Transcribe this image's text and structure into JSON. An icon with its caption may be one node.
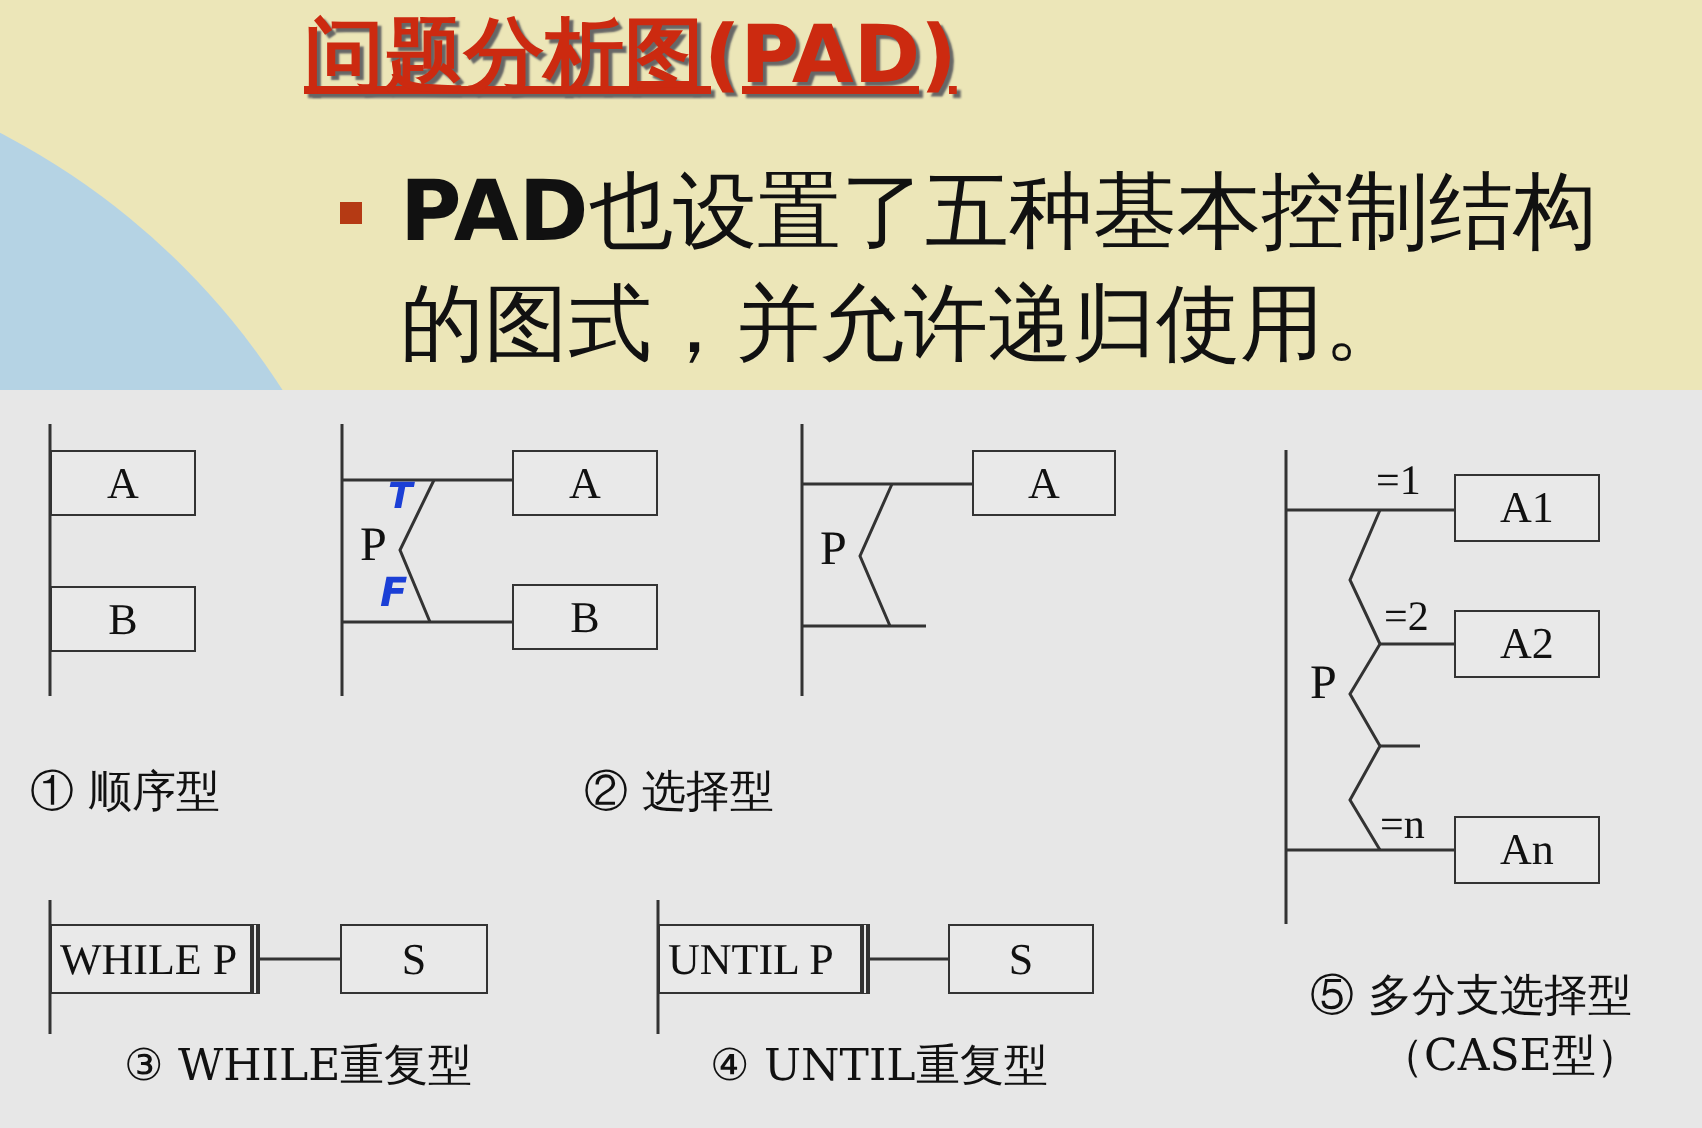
{
  "diagram": {
    "title": "问题分析图(PAD)",
    "nodes": [
      {
        "text": [
          "A"
        ]
      },
      {
        "text": [
          "B"
        ]
      },
      {
        "text": [
          "A"
        ]
      },
      {
        "text": [
          "B"
        ]
      },
      {
        "text": [
          "A"
        ]
      },
      {
        "text": [
          "A1"
        ]
      },
      {
        "text": [
          "A2"
        ]
      },
      {
        "text": [
          "An"
        ]
      },
      {
        "text": [
          "WHILE P"
        ]
      },
      {
        "text": [
          "S"
        ]
      },
      {
        "text": [
          "UNTIL P"
        ]
      },
      {
        "text": [
          "S"
        ]
      }
    ],
    "edges": [
      {
        "from": null,
        "to": 2,
        "arrow": "none"
      },
      {
        "from": null,
        "to": 3,
        "arrow": "none"
      },
      {
        "from": null,
        "to": 4,
        "arrow": "none"
      },
      {
        "from": null,
        "to": 5,
        "arrow": "none",
        "label": "=1"
      },
      {
        "from": null,
        "to": 6,
        "arrow": "none",
        "label": "=2"
      },
      {
        "from": null,
        "to": 7,
        "arrow": "none",
        "label": "=n"
      },
      {
        "from": 8,
        "to": 9,
        "arrow": "none"
      },
      {
        "from": 10,
        "to": 11,
        "arrow": "none"
      }
    ],
    "labels": [
      "**PAD**也设置了五种基本控制结构的图式，并允许递归使用。",
      "P",
      "T",
      "F",
      "P",
      "P",
      "① 顺序型",
      "② 选择型",
      "⑤ 多分支选择型",
      "（CASE型）",
      "③ WHILE重复型",
      "④ UNTIL重复型"
    ]
  }
}
